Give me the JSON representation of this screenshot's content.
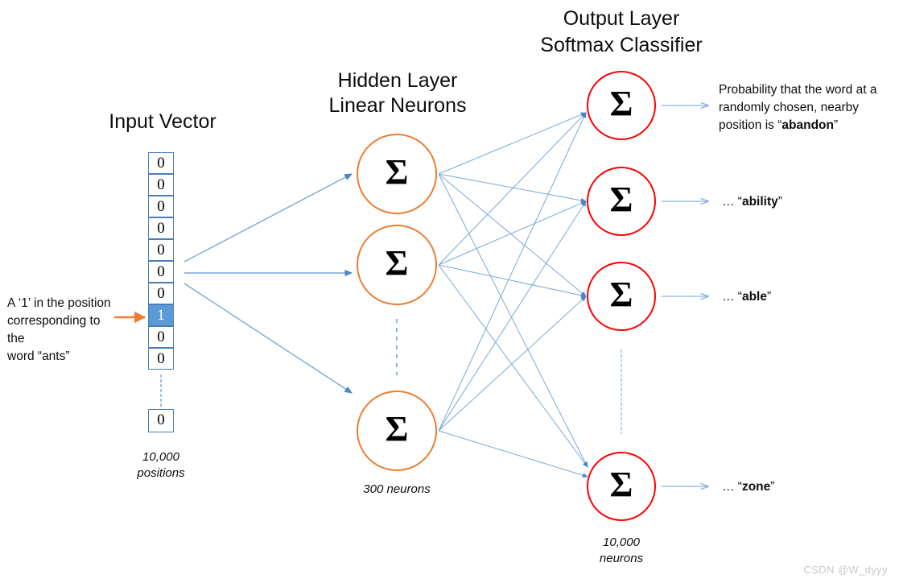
{
  "titles": {
    "input": "Input Vector",
    "hidden_line1": "Hidden Layer",
    "hidden_line2": "Linear Neurons",
    "output_line1": "Output Layer",
    "output_line2": "Softmax Classifier"
  },
  "input_vector": {
    "cells": [
      "0",
      "0",
      "0",
      "0",
      "0",
      "0",
      "0",
      "1",
      "0",
      "0"
    ],
    "highlight_index": 7,
    "tail_cell": "0",
    "caption_line1": "10,000",
    "caption_line2": "positions",
    "annotation_line1": "A ‘1’ in the position",
    "annotation_line2": "corresponding to the",
    "annotation_line3": "word “ants”"
  },
  "hidden_layer": {
    "neuron_glyph": "Σ",
    "neuron_count_visible": 3,
    "caption": "300 neurons"
  },
  "output_layer": {
    "neuron_glyph": "Σ",
    "neuron_count_visible": 4,
    "caption_line1": "10,000",
    "caption_line2": "neurons",
    "labels": [
      {
        "prefix": "Probability that the word at a randomly chosen, nearby position is “",
        "word": "abandon",
        "suffix": "”",
        "multiline": true,
        "line1": "Probability that the word at a",
        "line2": "randomly chosen, nearby",
        "line3_pre": "position is “",
        "line3_word": "abandon",
        "line3_post": "”"
      },
      {
        "prefix": "… “",
        "word": "ability",
        "suffix": "”",
        "multiline": false
      },
      {
        "prefix": "… “",
        "word": "able",
        "suffix": "”",
        "multiline": false
      },
      {
        "prefix": "… “",
        "word": "zone",
        "suffix": "”",
        "multiline": false
      }
    ]
  },
  "colors": {
    "hidden_stroke": "#ED7D31",
    "output_stroke": "#FF0000",
    "wire": "#5B9BD5",
    "vector_border": "#4A7EBB",
    "highlight_fill": "#5B9BD5",
    "pointer_arrow": "#ED7D31"
  },
  "watermark": "CSDN @W_dyyy"
}
